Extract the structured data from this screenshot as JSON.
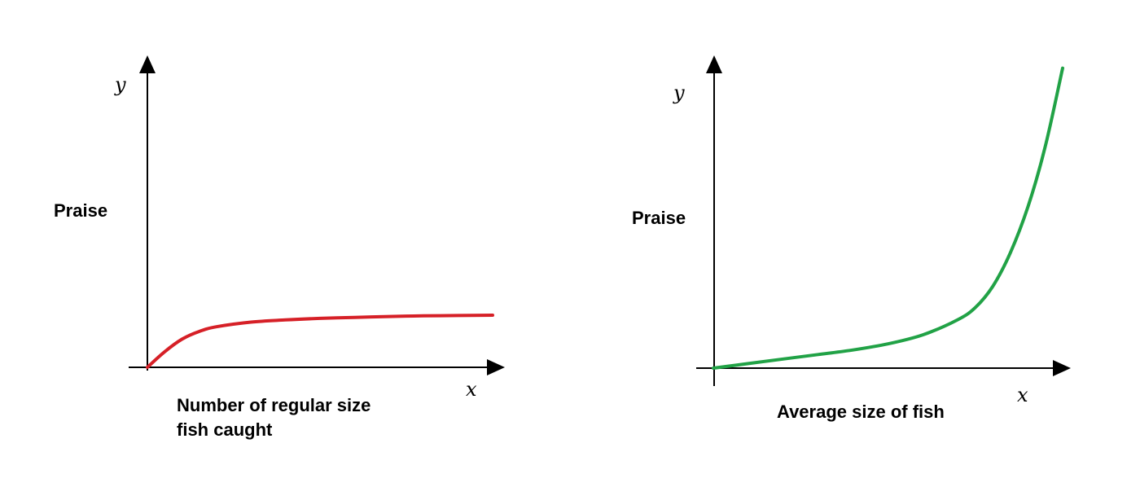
{
  "chart_data": [
    {
      "type": "line",
      "title": "",
      "ylabel": "Praise",
      "xlabel_lines": [
        "Number of regular size",
        "fish caught"
      ],
      "y_axis_letter": "y",
      "x_axis_letter": "x",
      "curve_shape": "concave saturating",
      "series": [
        {
          "color": "#d62027",
          "x": [
            0,
            0.05,
            0.1,
            0.15,
            0.2,
            0.3,
            0.4,
            0.5,
            0.6,
            0.7,
            0.8,
            0.9,
            1.0
          ],
          "y": [
            0,
            0.05,
            0.09,
            0.115,
            0.13,
            0.145,
            0.152,
            0.157,
            0.16,
            0.163,
            0.165,
            0.166,
            0.167
          ]
        }
      ],
      "xlim": [
        0,
        1
      ],
      "ylim": [
        0,
        1
      ],
      "grid": false
    },
    {
      "type": "line",
      "title": "",
      "ylabel": "Praise",
      "xlabel_lines": [
        "Average size of fish"
      ],
      "y_axis_letter": "y",
      "x_axis_letter": "x",
      "curve_shape": "convex exponential",
      "series": [
        {
          "color": "#21a246",
          "x": [
            0,
            0.1,
            0.2,
            0.3,
            0.4,
            0.5,
            0.6,
            0.7,
            0.75,
            0.8,
            0.85,
            0.9,
            0.95,
            1.0
          ],
          "y": [
            0,
            0.015,
            0.03,
            0.045,
            0.06,
            0.08,
            0.11,
            0.16,
            0.2,
            0.27,
            0.38,
            0.53,
            0.73,
            0.99
          ]
        }
      ],
      "xlim": [
        0,
        1
      ],
      "ylim": [
        0,
        1
      ],
      "grid": false
    }
  ]
}
